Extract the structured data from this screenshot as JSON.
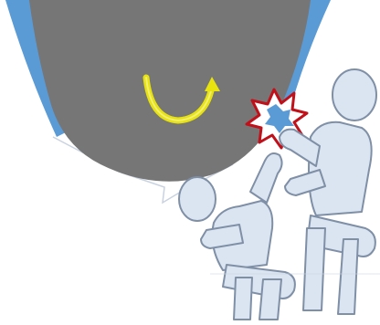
{
  "diagram": {
    "background": "#ffffff",
    "colors": {
      "bowl_fill": "#767676",
      "bowl_edge_blue": "#5b9bd5",
      "swing_arrow": "#e8e30f",
      "impact_burst_outline": "#c0101a",
      "impact_burst_core": "#5b9bd5",
      "figure_fill": "#dbe5f1",
      "figure_outline": "#7f8fa6",
      "guide_line": "#c9d3e0"
    },
    "elements": {
      "ride": "swinging-bowl",
      "motion": "swing-arrow-icon",
      "collision": "impact-burst-icon",
      "people": [
        "seated-person-left",
        "seated-person-right"
      ]
    }
  }
}
